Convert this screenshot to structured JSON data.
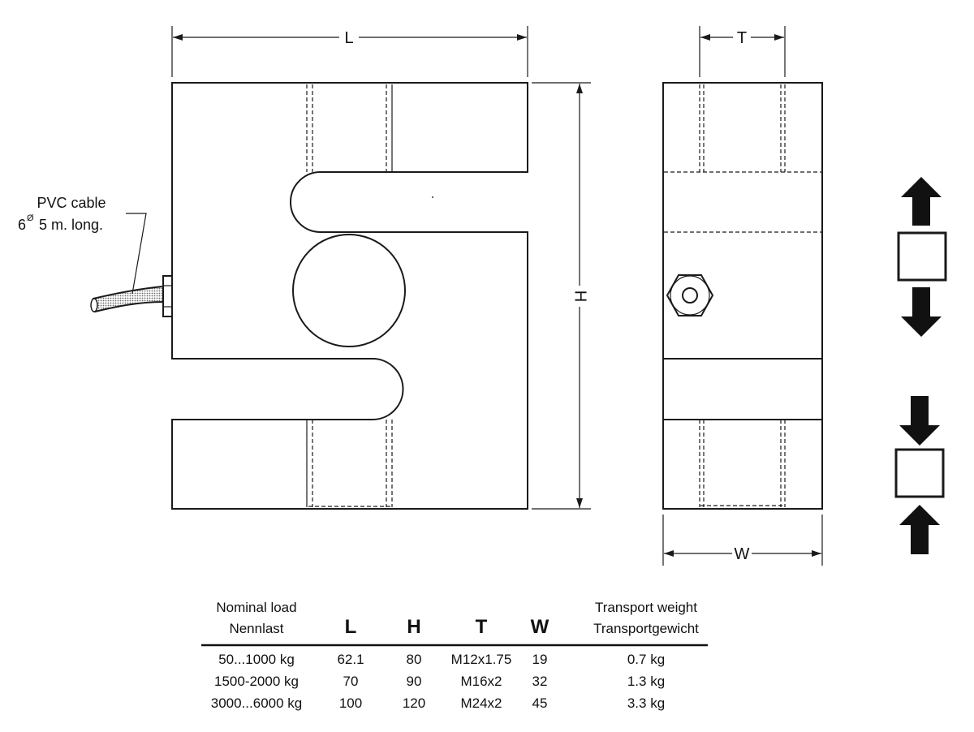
{
  "drawing": {
    "dimension_labels": {
      "L": "L",
      "H": "H",
      "T": "T",
      "W": "W"
    },
    "cable_label": {
      "line1": "PVC cable",
      "line2_size": "6",
      "line2_symbol": "Ø",
      "line2_rest": "5 m. long."
    }
  },
  "table": {
    "headers": {
      "nominal_en": "Nominal load",
      "nominal_de": "Nennlast",
      "L": "L",
      "H": "H",
      "T": "T",
      "W": "W",
      "weight_en": "Transport weight",
      "weight_de": "Transportgewicht"
    },
    "rows": [
      {
        "load": "50...1000 kg",
        "L": "62.1",
        "H": "80",
        "T": "M12x1.75",
        "W": "19",
        "weight": "0.7 kg"
      },
      {
        "load": "1500-2000 kg",
        "L": "70",
        "H": "90",
        "T": "M16x2",
        "W": "32",
        "weight": "1.3 kg"
      },
      {
        "load": "3000...6000 kg",
        "L": "100",
        "H": "120",
        "T": "M24x2",
        "W": "45",
        "weight": "3.3 kg"
      }
    ]
  }
}
